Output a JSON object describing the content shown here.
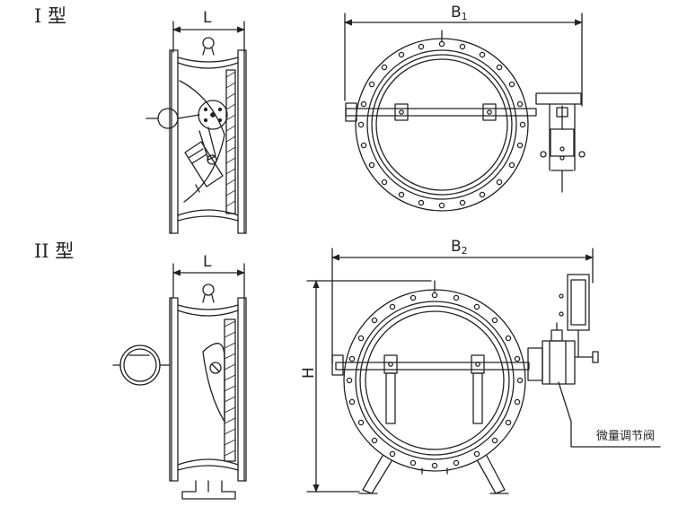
{
  "type_1": "I 型",
  "type_2": "II 型",
  "dim_L": "L",
  "dim_B1": {
    "base": "B",
    "sub": "1"
  },
  "dim_B2": {
    "base": "B",
    "sub": "2"
  },
  "dim_H": "H",
  "callout_label": "微量调节阀"
}
